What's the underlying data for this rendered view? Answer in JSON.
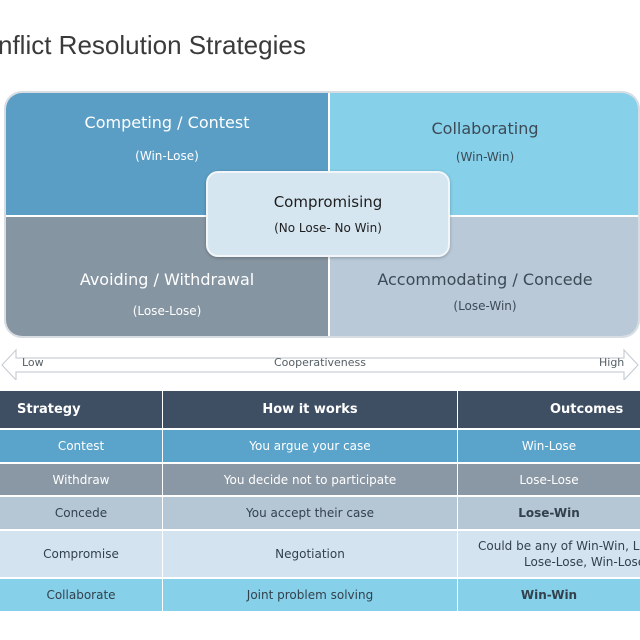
{
  "page": {
    "title": "nflict Resolution  Strategies"
  },
  "matrix": {
    "competing": {
      "title": "Competing / Contest",
      "sub": "(Win-Lose)"
    },
    "collaborating": {
      "title": "Collaborating",
      "sub": "(Win-Win)"
    },
    "avoiding": {
      "title": "Avoiding / Withdrawal",
      "sub": "(Lose-Lose)"
    },
    "accommodating": {
      "title": "Accommodating / Concede",
      "sub": "(Lose-Win)"
    },
    "compromising": {
      "title": "Compromising",
      "sub": "(No Lose- No Win)"
    },
    "colors": {
      "competing": "#5b9ec5",
      "collaborating": "#86d0e9",
      "avoiding": "#8695a2",
      "accommodating": "#b9c9d8",
      "compromising": "#d6e6f1"
    }
  },
  "axis": {
    "low": "Low",
    "mid": "Cooperativeness",
    "high": "High"
  },
  "table": {
    "headers": [
      "Strategy",
      "How it works",
      "Outcomes"
    ],
    "rows": [
      {
        "strategy": "Contest",
        "how": "You argue your case",
        "outcome": "Win-Lose"
      },
      {
        "strategy": "Withdraw",
        "how": "You decide not to participate",
        "outcome": "Lose-Lose"
      },
      {
        "strategy": "Concede",
        "how": "You accept their case",
        "outcome": "Lose-Win"
      },
      {
        "strategy": "Compromise",
        "how": "Negotiation",
        "outcome_line1": "Could be any of Win-Win, Lo",
        "outcome_line2": "Lose-Lose, Win-Lose"
      },
      {
        "strategy": "Collaborate",
        "how": "Joint problem solving",
        "outcome": "Win-Win"
      }
    ],
    "header_color": "#3e4e63"
  }
}
